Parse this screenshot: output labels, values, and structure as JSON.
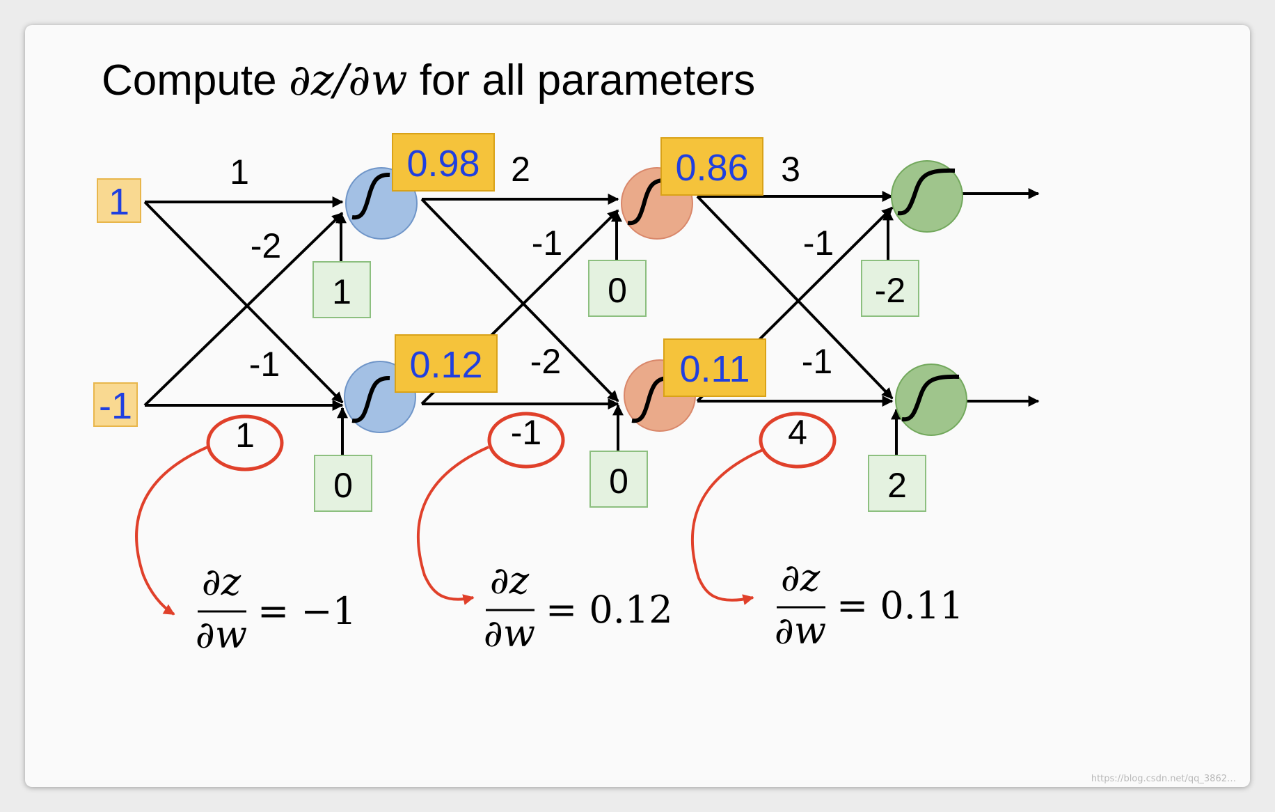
{
  "title": {
    "prefix": "Compute ",
    "math": "∂z/∂w",
    "suffix": " for all parameters"
  },
  "inputs": [
    "1",
    "-1"
  ],
  "weights": {
    "l1": {
      "top_to_top": "1",
      "top_to_bottom": "-1",
      "bottom_to_top": "-2",
      "bottom_to_bottom": "1"
    },
    "l2": {
      "top_to_top": "2",
      "top_to_bottom": "-2",
      "bottom_to_top": "-1",
      "bottom_to_bottom": "-1"
    },
    "l3": {
      "top_to_top": "3",
      "top_to_bottom": "-1",
      "bottom_to_top": "-1",
      "bottom_to_bottom": "4"
    }
  },
  "biases": {
    "l1": [
      "1",
      "0"
    ],
    "l2": [
      "0",
      "0"
    ],
    "l3": [
      "-2",
      "2"
    ]
  },
  "activations": {
    "l1": [
      "0.98",
      "0.12"
    ],
    "l2": [
      "0.86",
      "0.11"
    ]
  },
  "derivatives": [
    {
      "numerator": "∂z",
      "denominator": "∂w",
      "value": "= −1"
    },
    {
      "numerator": "∂z",
      "denominator": "∂w",
      "value": "= 0.12"
    },
    {
      "numerator": "∂z",
      "denominator": "∂w",
      "value": "= 0.11"
    }
  ],
  "watermark": "https://blog.csdn.net/qq_3862…",
  "colors": {
    "input_fill": "#f9d991",
    "activation_fill": "#f5c33b",
    "value_text": "#1f3fe0",
    "bias_fill": "#e4f2e0",
    "layer1_neuron": "#a3c0e4",
    "layer2_neuron": "#eaaa8a",
    "layer3_neuron": "#9fc58c",
    "highlight": "#e0402a"
  }
}
